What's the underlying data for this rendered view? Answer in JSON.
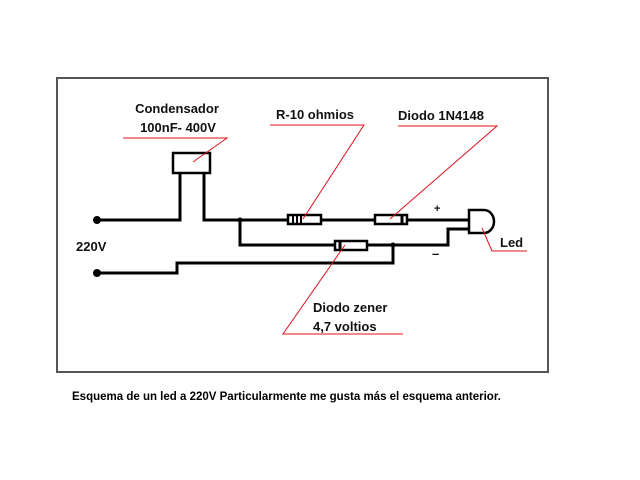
{
  "labels": {
    "capacitor_line1": "Condensador",
    "capacitor_line2": "100nF- 400V",
    "resistor": "R-10 ohmios",
    "diode": "Diodo 1N4148",
    "led": "Led",
    "zener_line1": "Diodo zener",
    "zener_line2": "4,7 voltios",
    "voltage": "220V",
    "plus": "+",
    "minus": "–"
  },
  "caption": "Esquema de un led a 220V  Particularmente me gusta más el esquema anterior.",
  "colors": {
    "wire": "#000000",
    "leader": "#e0101a",
    "frame": "#555555"
  }
}
